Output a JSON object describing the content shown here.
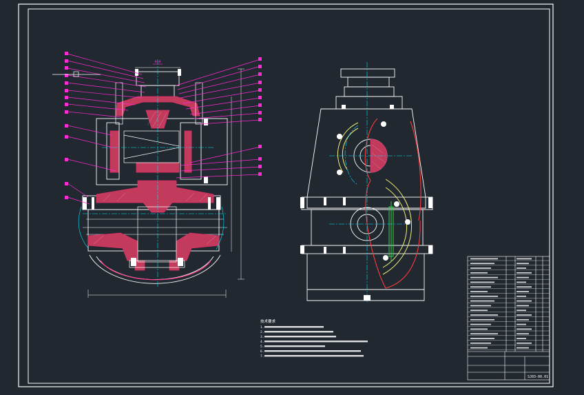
{
  "colors": {
    "background": "#212830",
    "frame": "#ffffff",
    "section_hatch": "#e0306a",
    "balloon": "#ff2bd6",
    "centerline": "#00e5ff",
    "yellow": "#f2f27a",
    "red_edge": "#ff3b3b",
    "green": "#35d04a"
  },
  "section_view_label": "A—A",
  "notes_heading": "技术要求",
  "notes": [
    "1.",
    "2.",
    "3.",
    "4.",
    "5.",
    "6.",
    "7."
  ],
  "title_block": {
    "drawing_number": "SJ03-00.01"
  }
}
